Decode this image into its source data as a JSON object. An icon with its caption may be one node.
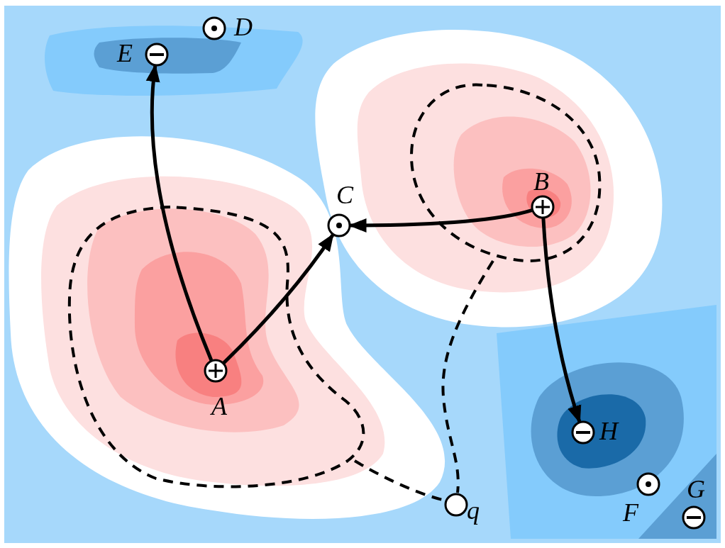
{
  "diagram": {
    "nodes": [
      {
        "text": [],
        "shape": "circle",
        "beside": [
          "D"
        ]
      },
      {
        "text": [],
        "shape": "circle",
        "beside": [
          "E"
        ]
      },
      {
        "text": [],
        "shape": "circle",
        "beside": [
          "B"
        ]
      },
      {
        "text": [],
        "shape": "circle",
        "beside": [
          "C"
        ]
      },
      {
        "text": [],
        "shape": "circle",
        "beside": [
          "A"
        ]
      },
      {
        "text": [],
        "shape": "circle",
        "beside": [
          "H"
        ]
      },
      {
        "text": [],
        "shape": "circle",
        "beside": [
          "F"
        ]
      },
      {
        "text": [],
        "shape": "circle",
        "beside": [
          "q"
        ]
      },
      {
        "text": [],
        "shape": "circle",
        "beside": [
          "G"
        ]
      }
    ],
    "edges": [
      {
        "from": 4,
        "to": 1,
        "arrow": "to"
      },
      {
        "from": 4,
        "to": 3,
        "arrow": "to"
      },
      {
        "from": 2,
        "to": 3,
        "arrow": "to"
      },
      {
        "from": 2,
        "to": 5,
        "arrow": "to"
      }
    ]
  }
}
